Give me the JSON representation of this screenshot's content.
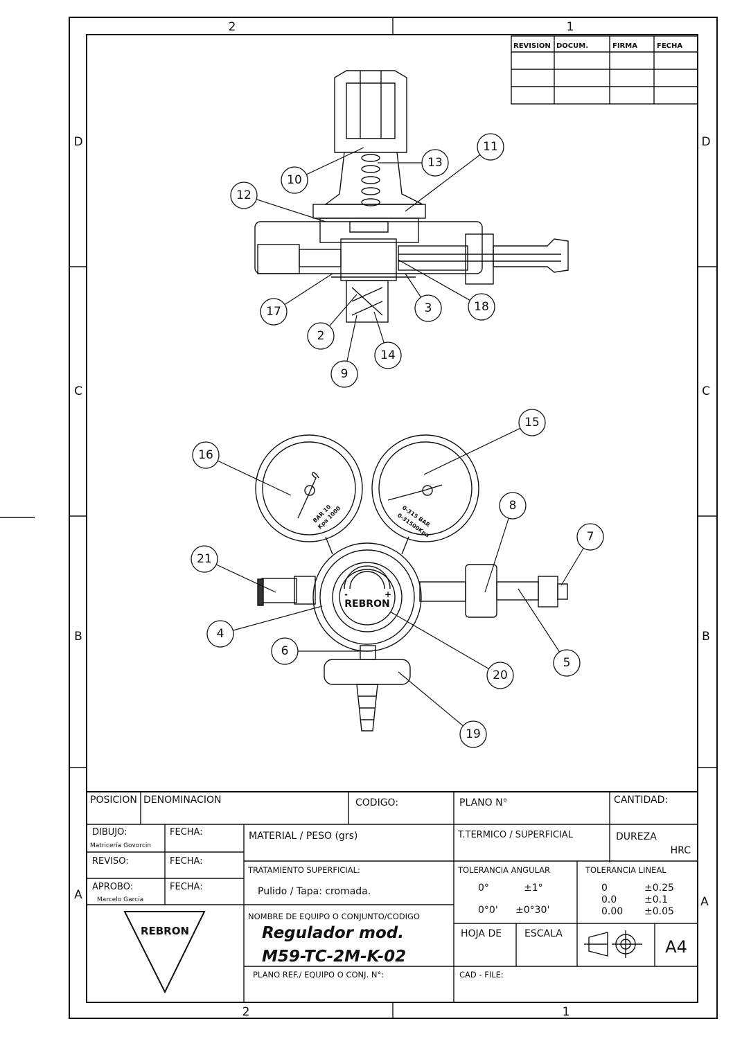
{
  "zones": {
    "columns": [
      "2",
      "1"
    ],
    "rows": [
      "D",
      "C",
      "B",
      "A"
    ]
  },
  "revision_table": {
    "headers": [
      "REVISION",
      "DOCUM.",
      "FIRMA",
      "FECHA"
    ]
  },
  "balloons": [
    "10",
    "13",
    "11",
    "12",
    "17",
    "3",
    "18",
    "2",
    "14",
    "9",
    "16",
    "15",
    "8",
    "7",
    "21",
    "4",
    "6",
    "20",
    "5",
    "19"
  ],
  "gauges": {
    "low": {
      "line1": "BAR 10",
      "line2": "Kpa 1000"
    },
    "high": {
      "line1": "0-315 BAR",
      "line2": "0-31500Kpa"
    }
  },
  "knob": {
    "brand": "REBRON",
    "minus": "-",
    "plus": "+"
  },
  "title_block": {
    "posicion": "POSICION",
    "denominacion": "DENOMINACION",
    "codigo": "CODIGO:",
    "plano": "PLANO N°",
    "cantidad": "CANTIDAD:",
    "dibujo": "DIBUJO:",
    "dibujo_name": "Matricería Govorcin",
    "fecha": "FECHA:",
    "reviso": "REVISO:",
    "aprobo": "APROBO:",
    "aprobo_name": "Marcelo Garcia",
    "material": "MATERIAL / PESO (grs)",
    "ttermico": "T.TERMICO / SUPERFICIAL",
    "dureza": "DUREZA",
    "hrc": "HRC",
    "tratamiento": "TRATAMIENTO SUPERFICIAL:",
    "tratamiento_value": "Pulido / Tapa: cromada.",
    "tol_angular": "TOLERANCIA ANGULAR",
    "tol_ang_rows": [
      [
        "0°",
        "±1°"
      ],
      [
        "0°0'",
        "±0°30'"
      ]
    ],
    "tol_lineal": "TOLERANCIA LINEAL",
    "tol_lin_rows": [
      [
        "0",
        "±0.25"
      ],
      [
        "0.0",
        "±0.1"
      ],
      [
        "0.00",
        "±0.05"
      ]
    ],
    "nombre_label": "NOMBRE DE EQUIPO O CONJUNTO/CODIGO",
    "nombre_line1": "Regulador mod.",
    "nombre_line2": "M59-TC-2M-K-02",
    "plano_ref": "PLANO REF./ EQUIPO O CONJ. N°:",
    "hoja": "HOJA DE",
    "escala": "ESCALA",
    "format": "A4",
    "cad": "CAD - FILE:",
    "logo": "REBRON"
  }
}
